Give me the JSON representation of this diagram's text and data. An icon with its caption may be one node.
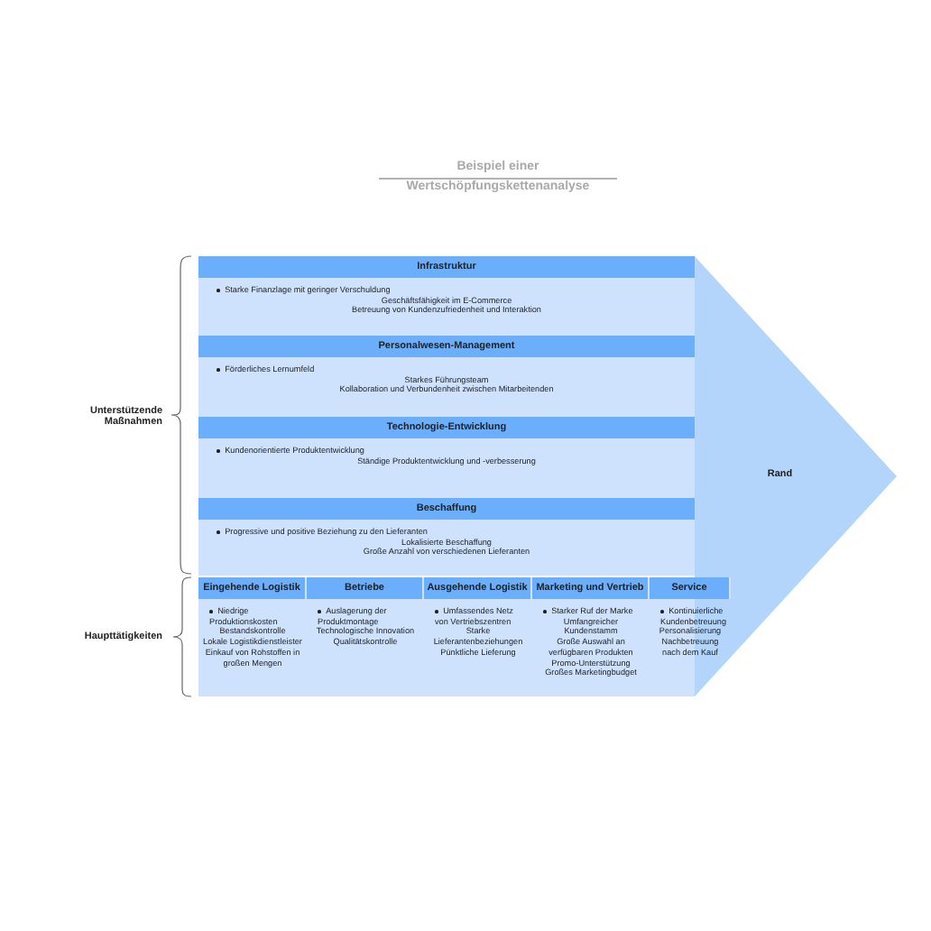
{
  "diagram": {
    "title": "Beispiel einer Wertschöpfungskettenanalyse",
    "nodes": [
      {
        "text": [
          "Infrastruktur",
          "Starke Finanzlage mit geringer Verschuldung",
          "Geschäftsfähigkeit im E-Commerce",
          "Betreuung von Kundenzufriedenheit und Interaktion"
        ]
      },
      {
        "text": [
          "Personalwesen-Management",
          "Förderliches Lernumfeld",
          "Starkes Führungsteam",
          "Kollaboration und Verbundenheit zwischen Mitarbeitenden"
        ]
      },
      {
        "text": [
          "Technologie-Entwicklung",
          "Kundenorientierte Produktentwicklung",
          "Ständige Produktentwicklung und -verbesserung"
        ]
      },
      {
        "text": [
          "Beschaffung",
          "Progressive und positive Beziehung zu den Lieferanten",
          "Lokalisierte Beschaffung",
          "Große Anzahl von verschiedenen Lieferanten"
        ]
      },
      {
        "text": [
          "Eingehende Logistik",
          "Niedrige Produktionskosten",
          "Bestandskontrolle",
          "Lokale Logistikdienstleister",
          "Einkauf von Rohstoffen in großen Mengen"
        ]
      },
      {
        "text": [
          "Betriebe",
          "Auslagerung der Produktmontage",
          "Technologische Innovation",
          "Qualitätskontrolle"
        ]
      },
      {
        "text": [
          "Ausgehende Logistik",
          "Umfassendes Netz von Vertriebszentren",
          "Starke Lieferantenbeziehungen",
          "Pünktliche Lieferung"
        ]
      },
      {
        "text": [
          "Marketing und Vertrieb",
          "Starker Ruf der Marke",
          "Umfangreicher Kundenstamm",
          "Große Auswahl an verfügbaren Produkten",
          "Promo-Unterstützung",
          "Großes Marketingbudget"
        ]
      },
      {
        "text": [
          "Service",
          "Kontinuierliche Kundenbetreuung",
          "Personalisierung",
          "Nachbetreuung nach dem Kauf"
        ]
      },
      {
        "text": [
          "Rand"
        ]
      }
    ],
    "labels": [
      "Unterstützende Maßnahmen",
      "Haupttätigkeiten"
    ]
  }
}
